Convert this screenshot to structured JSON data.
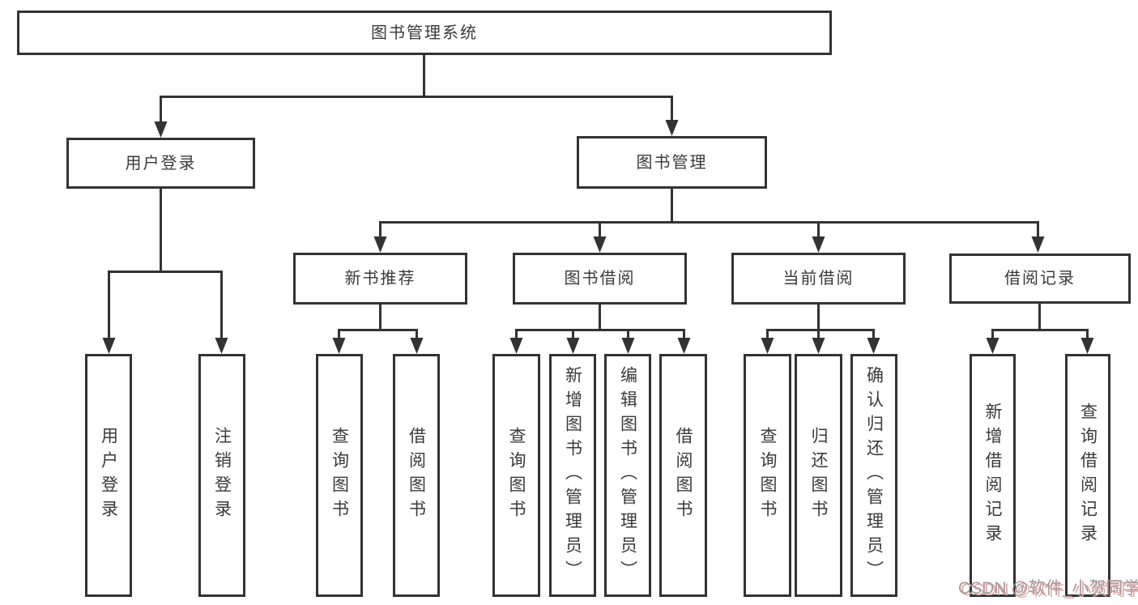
{
  "tree": {
    "label": "图书管理系统",
    "children": [
      {
        "label": "用户登录",
        "children": [
          {
            "label": "用户登录"
          },
          {
            "label": "注销登录"
          }
        ]
      },
      {
        "label": "图书管理",
        "children": [
          {
            "label": "新书推荐",
            "children": [
              {
                "label": "查询图书"
              },
              {
                "label": "借阅图书"
              }
            ]
          },
          {
            "label": "图书借阅",
            "children": [
              {
                "label": "查询图书"
              },
              {
                "label": "新增图书（管理员）"
              },
              {
                "label": "编辑图书（管理员）"
              },
              {
                "label": "借阅图书"
              }
            ]
          },
          {
            "label": "当前借阅",
            "children": [
              {
                "label": "查询图书"
              },
              {
                "label": "归还图书"
              },
              {
                "label": "确认归还（管理员）"
              }
            ]
          },
          {
            "label": "借阅记录",
            "children": [
              {
                "label": "新增借阅记录"
              },
              {
                "label": "查询借阅记录"
              }
            ]
          }
        ]
      }
    ]
  },
  "watermark": {
    "text": "CSDN @软件_小贺同学"
  },
  "colors": {
    "line": "#333333",
    "text": "#3a3a3a",
    "box_bg": "#ffffff",
    "page_bg": "#ffffff",
    "watermark_text": "#9c9c9c",
    "watermark_shadow": "#f0a3a3"
  }
}
